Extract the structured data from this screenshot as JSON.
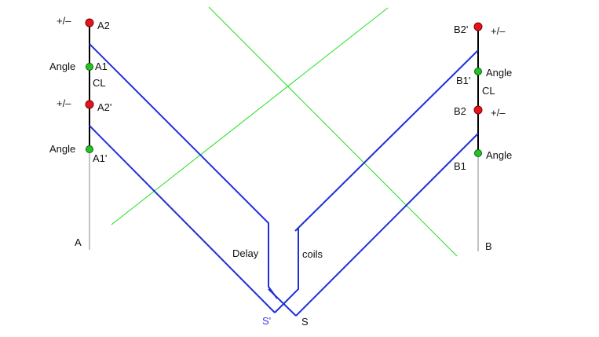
{
  "labels": {
    "a2": "A2",
    "a1": "A1",
    "a2p": "A2'",
    "a1p": "A1'",
    "a": "A",
    "cl_left": "CL",
    "pm_a2": "+/–",
    "pm_a2p": "+/–",
    "angle_a1": "Angle",
    "angle_a1p": "Angle",
    "b2p": "B2'",
    "b1p": "B1'",
    "b2": "B2",
    "b1": "B1",
    "b": "B",
    "cl_right": "CL",
    "pm_b2p": "+/–",
    "pm_b2": "+/–",
    "angle_b1p": "Angle",
    "angle_b1": "Angle",
    "delay": "Delay",
    "coils": "coils",
    "s_prime": "S'",
    "s": "S"
  },
  "colors": {
    "pm_node": "#e8141c",
    "angle_node": "#22c322",
    "fiber": "#1f2fd6",
    "laser": "#22e022",
    "rail": "#000000",
    "stem": "#8a8a8a"
  }
}
